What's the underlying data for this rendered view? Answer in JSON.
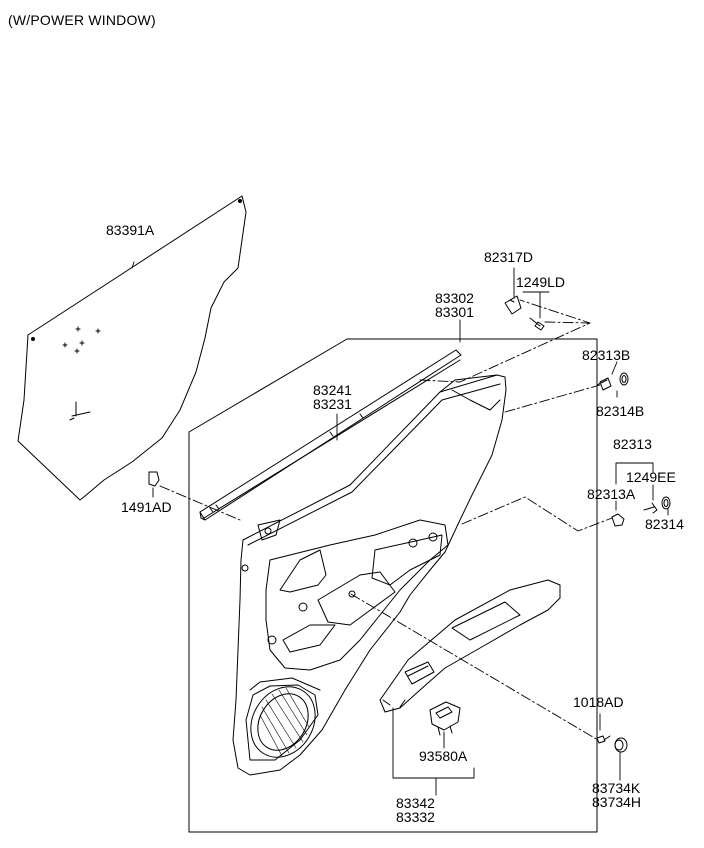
{
  "header": {
    "caption": "(W/POWER WINDOW)"
  },
  "parts": {
    "p83391A": "83391A",
    "p82317D": "82317D",
    "p1249LD": "1249LD",
    "p83302": "83302",
    "p83301": "83301",
    "p82313B": "82313B",
    "p82314B": "82314B",
    "p83241": "83241",
    "p83231": "83231",
    "p82313": "82313",
    "p1249EE": "1249EE",
    "p82313A": "82313A",
    "p82314": "82314",
    "p1491AD": "1491AD",
    "p1018AD": "1018AD",
    "p93580A": "93580A",
    "p83734K": "83734K",
    "p83734H": "83734H",
    "p83342": "83342",
    "p83332": "83332"
  }
}
